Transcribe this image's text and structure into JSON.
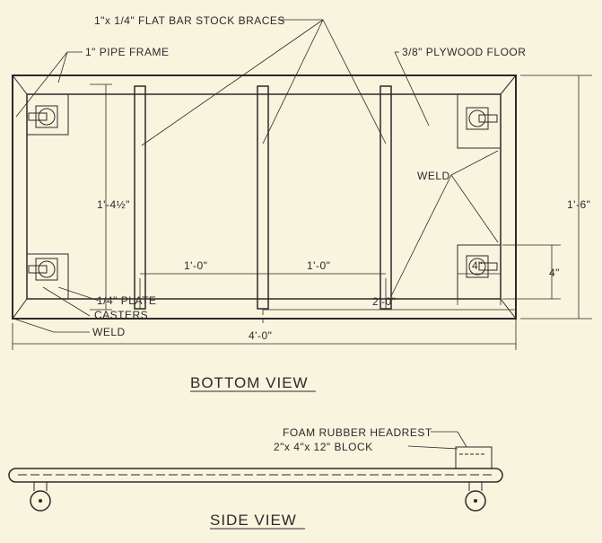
{
  "callouts": {
    "braces": "1\"x 1/4\" FLAT BAR STOCK BRACES",
    "pipe_frame": "1\" PIPE FRAME",
    "plywood": "3/8\" PLYWOOD FLOOR",
    "weld_right": "WELD",
    "plate": "1/4\" PLATE",
    "casters": "CASTERS",
    "weld_left": "WELD",
    "headrest_1": "FOAM RUBBER HEADREST",
    "headrest_2": "2\"x 4\"x 12\" BLOCK"
  },
  "dimensions": {
    "inner_height": "1'-4½\"",
    "overall_height": "1'-6\"",
    "caster_offset_v": "4\"",
    "brace_spacing_1": "1'-0\"",
    "brace_spacing_2": "1'-0\"",
    "caster_offset_h": "4\"",
    "half_length": "2'-0\"",
    "overall_length": "4'-0\""
  },
  "views": {
    "bottom": "BOTTOM VIEW",
    "side": "SIDE VIEW"
  }
}
